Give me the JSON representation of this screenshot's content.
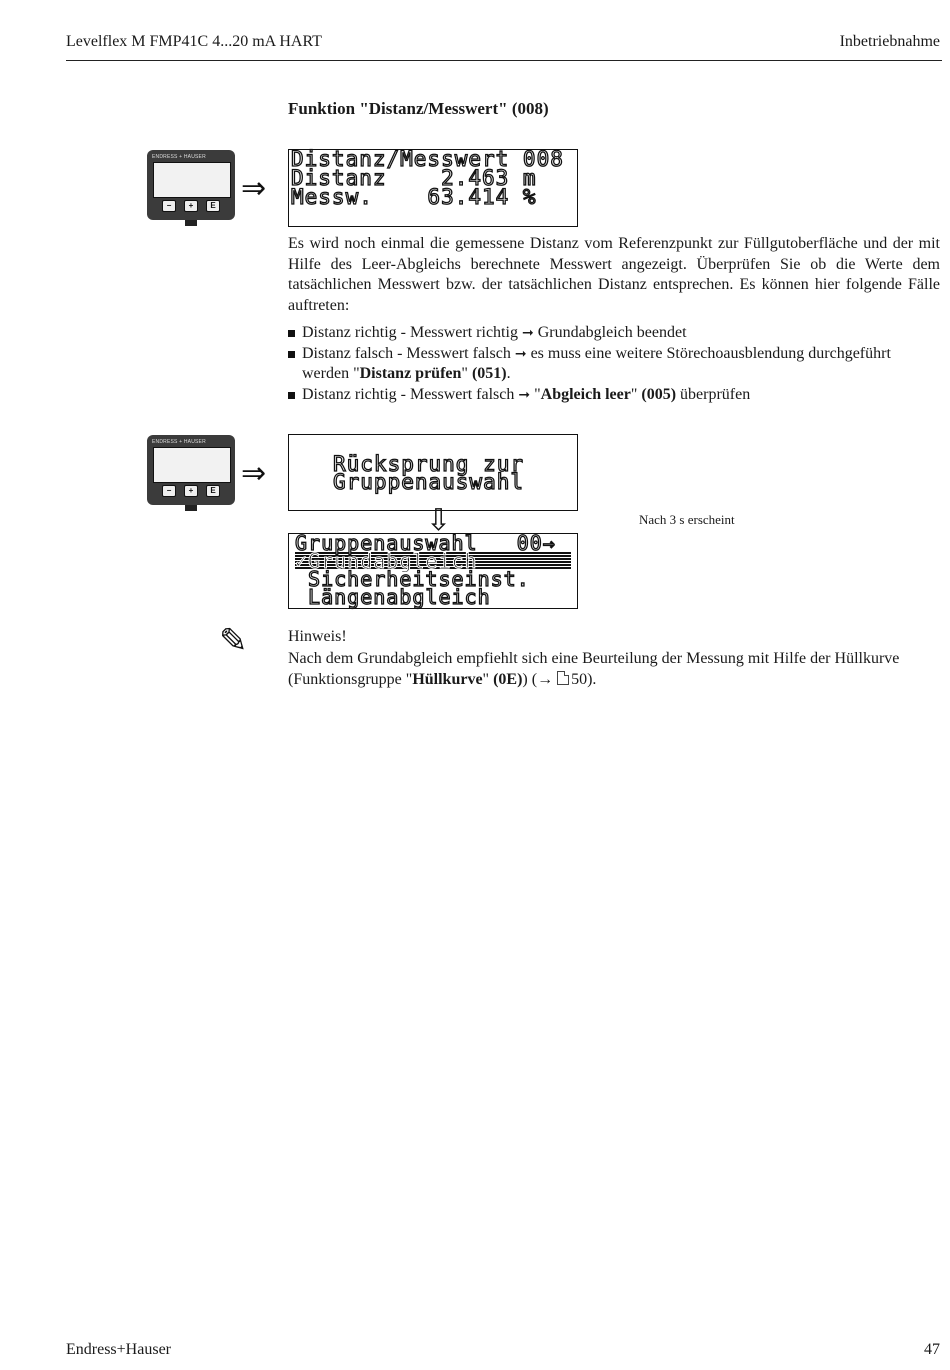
{
  "header": {
    "left": "Levelflex M FMP41C 4...20 mA HART",
    "right": "Inbetriebnahme"
  },
  "section_title": "Funktion \"Distanz/Messwert\" (008)",
  "device": {
    "brand": "ENDRESS + HAUSER",
    "buttons": [
      "−",
      "+",
      "E"
    ]
  },
  "lcd1": {
    "lines": [
      "Distanz/Messwert 008",
      "Distanz    2.463 m",
      "Messw.    63.414 %"
    ]
  },
  "paragraph1": "Es wird noch einmal die gemessene Distanz vom Referenzpunkt zur Füllgutoberfläche und der mit Hilfe des Leer-Abgleichs berechnete Messwert angezeigt. Überprüfen Sie ob die Werte dem tatsächlichen Messwert bzw. der tatsächlichen Distanz entsprechen. Es können hier folgende Fälle auftreten:",
  "bullets": [
    {
      "pre": "Distanz richtig - Messwert richtig",
      "arrow": "➞",
      "post": "Grundabgleich beendet"
    },
    {
      "pre": "Distanz falsch - Messwert falsch",
      "arrow": "➞",
      "post_a": "es muss eine weitere Störechoausblendung durchgeführt werden \"",
      "bold_a": "Distanz prüfen",
      "post_b": "\" ",
      "bold_b": "(051)",
      "post_c": "."
    },
    {
      "pre": "Distanz richtig - Messwert falsch",
      "arrow": "➞",
      "post_a": "\"",
      "bold_a": "Abgleich leer",
      "post_b": "\" ",
      "bold_b": "(005)",
      "post_c": " überprüfen"
    }
  ],
  "lcd2": {
    "lines": [
      "Rücksprung zur",
      "Gruppenauswahl"
    ]
  },
  "lcd3": {
    "header": "Gruppenauswahl   00→",
    "selected": "✓Grundabgleich",
    "items": [
      " Sicherheitseinst.",
      " Längenabgleich"
    ]
  },
  "note_right": "Nach 3 s erscheint",
  "hint": {
    "title": "Hinweis!",
    "text_a": "Nach dem Grundabgleich empfiehlt sich eine Beurteilung der Messung mit Hilfe der Hüllkurve (Funktionsgruppe \"",
    "bold_a": "Hüllkurve",
    "text_b": "\" ",
    "bold_b": "(0E)",
    "text_c": ") (→ ",
    "text_d": "50)."
  },
  "footer": {
    "left": "Endress+Hauser",
    "right": "47"
  }
}
